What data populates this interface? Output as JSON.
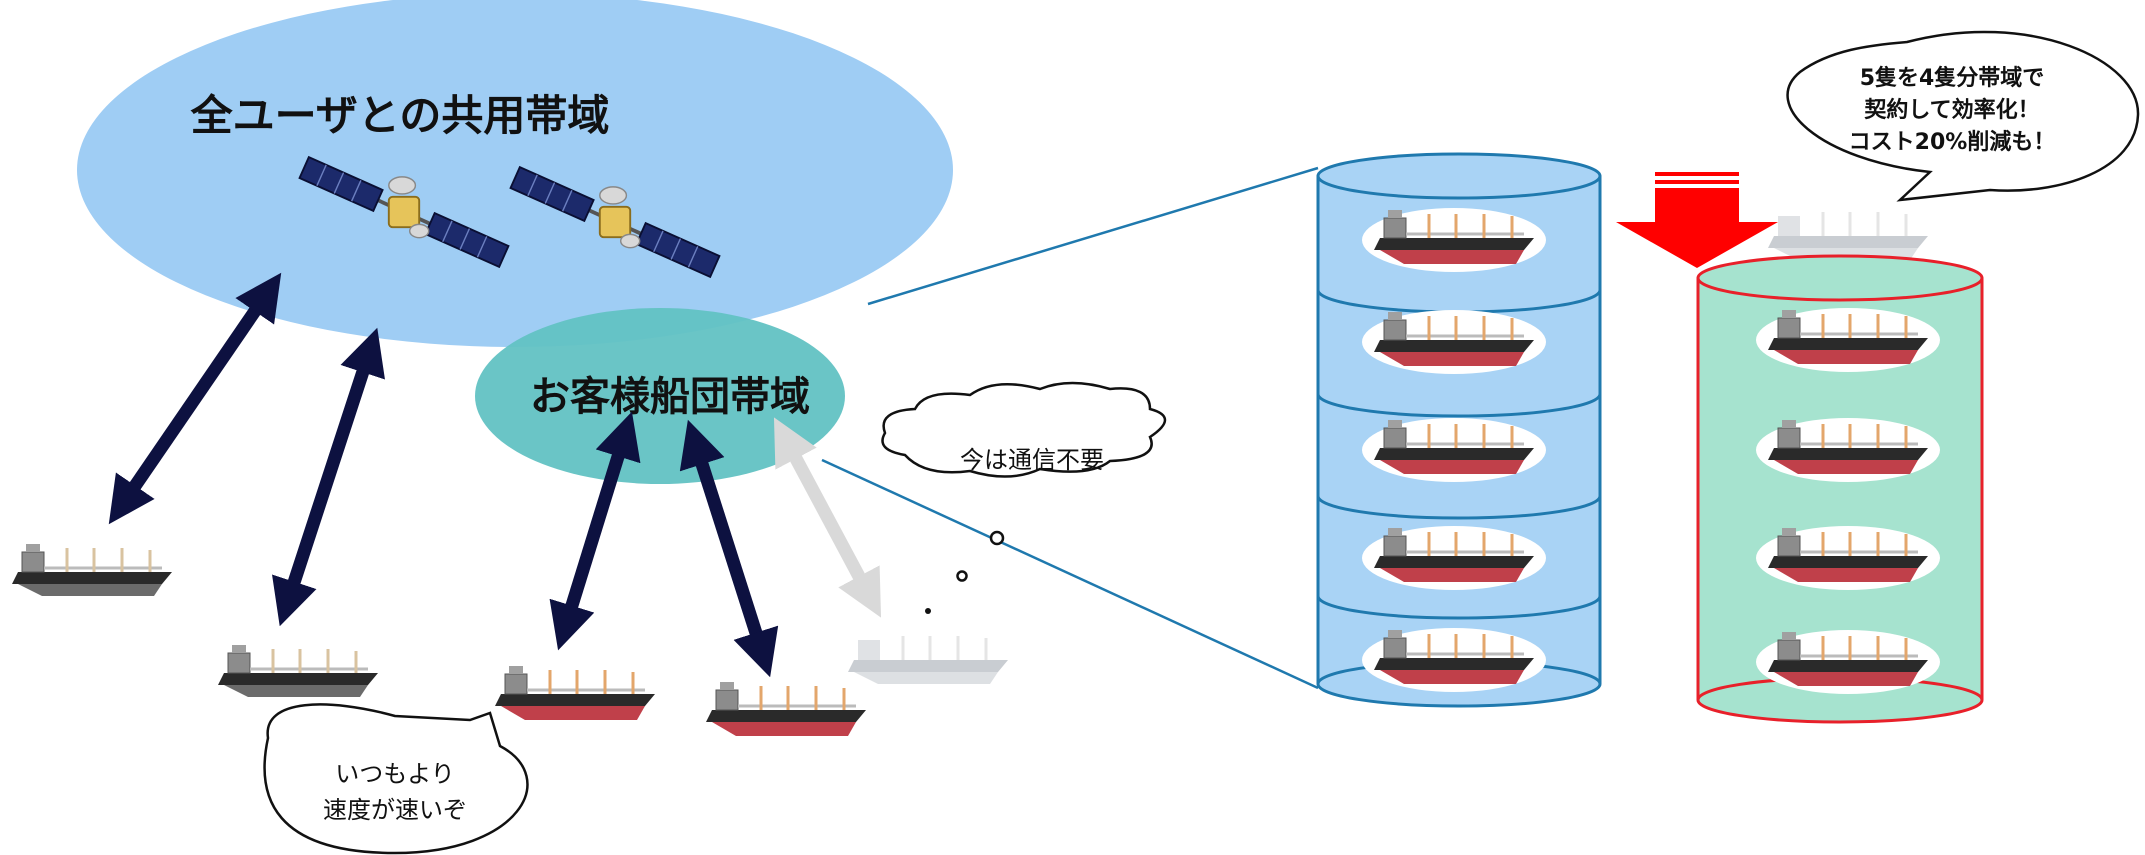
{
  "shared_band": {
    "label": "全ユーザとの共用帯域",
    "color": "#9fcdf4"
  },
  "fleet_band": {
    "label": "お客様船団帯域",
    "color": "#62c2c3"
  },
  "thought_bubble": {
    "text": "今は通信不要"
  },
  "speech_bubble": {
    "line1": "いつもより",
    "line2": "速度が速いぞ"
  },
  "callout": {
    "line1": "5隻を4隻分帯域で",
    "line2": "契約して効率化！",
    "line3": "コスト20%削減も！"
  },
  "colors": {
    "arrow_active": "#0d1140",
    "arrow_idle": "#d9d9d9",
    "cylinder_blue_fill": "#a9d3f5",
    "cylinder_blue_stroke": "#1f79ae",
    "cylinder_green_fill": "#a6e3cf",
    "cylinder_green_stroke": "#e8202a",
    "down_arrow": "#ff0000",
    "ship_red_hull": "#c0404a"
  },
  "icons": [
    "satellite-icon",
    "cargo-ship-icon",
    "down-arrow-icon"
  ]
}
